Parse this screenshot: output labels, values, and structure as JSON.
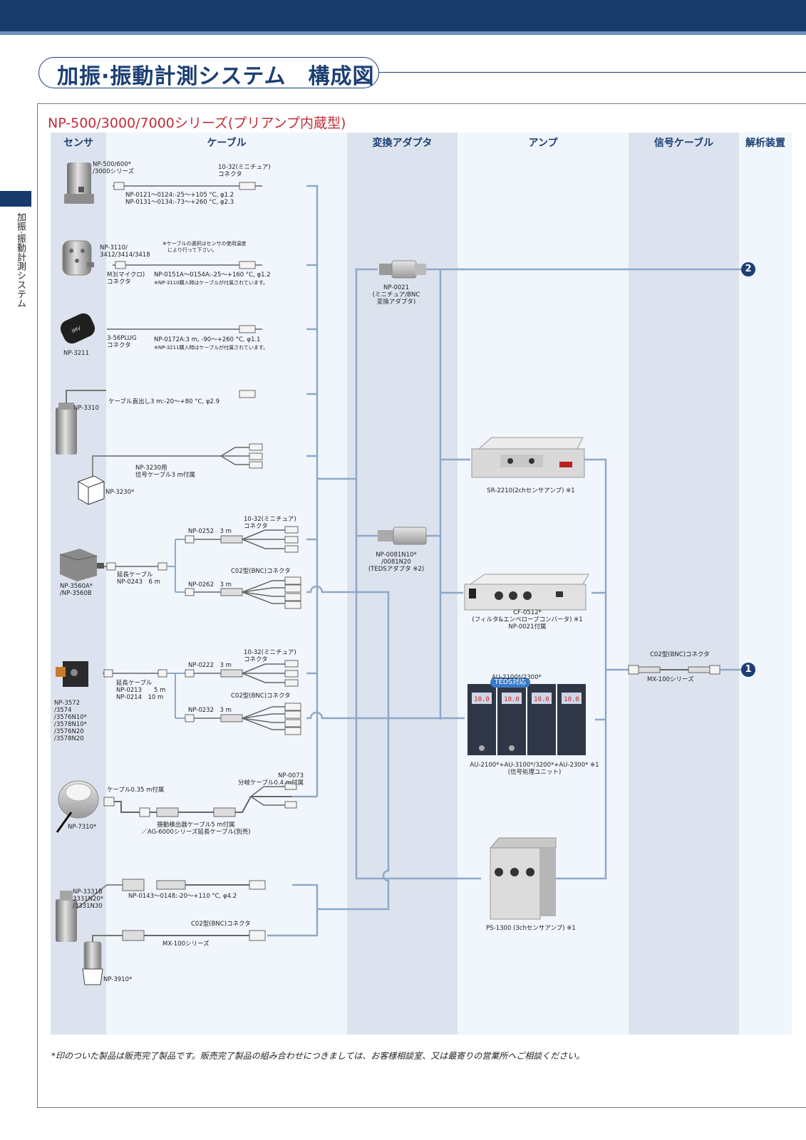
{
  "page": {
    "title": "加振·振動計測システム　構成図",
    "side_label": "加振·振動計測システム",
    "series_title": "NP-500/3000/7000シリーズ(プリアンプ内蔵型)",
    "footnote": "*印のついた製品は販売完了製品です。販売完了製品の組み合わせにつきましては、お客様相談室、又は最寄りの営業所へご相談ください。"
  },
  "columns": {
    "sensor": "センサ",
    "cable": "ケーブル",
    "adapter": "変換アダプタ",
    "amp": "アンプ",
    "signal": "信号ケーブル",
    "analysis": "解析装置"
  },
  "sensors": {
    "np500": "NP-500/600*\n/3000シリーズ",
    "np3110": "NP-3110/\n3412/3414/3418",
    "np3211": "NP-3211",
    "np3310": "NP-3310",
    "np3230": "NP-3230*",
    "np3560": "NP-3560A*\n/NP-3560B",
    "np3572": "NP-3572\n/3574\n/3576N10*\n/3578N10*\n/3576N20\n/3578N20",
    "np7310": "NP-7310*",
    "np3331": "NP-3331B\n3331N20*\n/3331N30",
    "np3910": "NP-3910*"
  },
  "cables": {
    "c1_conn": "10-32(ミニチュア)\nコネクタ",
    "c1_spec": "NP-0121～0124:-25～+105 °C, φ1.2\nNP-0131～0134:-73～+260 °C, φ2.3",
    "c2_note": "※ケーブルの選択はセンサの使用温度\n　により行って下さい。",
    "c2_conn": "M3(マイクロ)\nコネクタ",
    "c2_spec": "NP-0151A～0154A:-25～+160 °C, φ1.2",
    "c2_note2": "※NP-3110購入時はケーブルが付属されています。",
    "c3_conn": "3-56PLUG\nコネクタ",
    "c3_spec": "NP-0172A:3 m, -90～+260 °C, φ1.1",
    "c3_note": "※NP-3211購入時はケーブルが付属されています。",
    "c4_spec": "ケーブル直出し3 m:-20～+80 °C, φ2.9",
    "c5_spec": "NP-3230用\n信号ケーブル3 m付属",
    "c6_conn": "10-32(ミニチュア)\nコネクタ",
    "c6_a": "NP-0252　3 m",
    "c6_ext": "延長ケーブル\nNP-0243　6 m",
    "c6_bnc": "C02型(BNC)コネクタ",
    "c6_b": "NP-0262　3 m",
    "c7_conn": "10-32(ミニチュア)\nコネクタ",
    "c7_a": "NP-0222　3 m",
    "c7_ext": "延長ケーブル\nNP-0213　　5 m\nNP-0214　10 m",
    "c7_bnc": "C02型(BNC)コネクタ",
    "c7_b": "NP-0232　3 m",
    "c8_branch": "NP-0073\n分岐ケーブル0.4 m付属",
    "c8_att": "ケーブル0.35 m付属",
    "c8_ext": "振動検出器ケーブル5 m付属\n／AG-6000シリーズ延長ケーブル(別売)",
    "c9_spec": "NP-0143～0148:-20～+110 °C, φ4.2",
    "c9_bnc": "C02型(BNC)コネクタ",
    "c9_mx": "MX-100シリーズ"
  },
  "adapters": {
    "np0021": "NP-0021\n(ミニチュア/BNC\n変換アダプタ)",
    "np0081": "NP-0081N10*\n/0081N20\n(TEDSアダプタ ※2)"
  },
  "amps": {
    "sr2210": "SR-2210(2chセンサアンプ) ※1",
    "cf0512": "CF-0512*\n(フィルタ&エンベロープコンバータ) ※1\nNP-0021付属",
    "teds": "TEDS対応",
    "au_model": "AU-2100*/2300*",
    "au_desc": "AU-2100*+AU-3100*/3200*+AU-2300* ※1\n(信号処理ユニット)",
    "ps1300": "PS-1300 (3chセンサアンプ) ※1",
    "au_display": "10.0"
  },
  "signal": {
    "conn": "C02型(BNC)コネクタ",
    "series": "MX-100シリーズ"
  },
  "analysis": {
    "badge1": "1",
    "badge2": "2"
  },
  "colors": {
    "navy": "#173b6b",
    "accent_red": "#c22c39",
    "line": "#8fa8c8",
    "band_dark": "#dde3ee",
    "band_light": "#f1f6fc"
  }
}
